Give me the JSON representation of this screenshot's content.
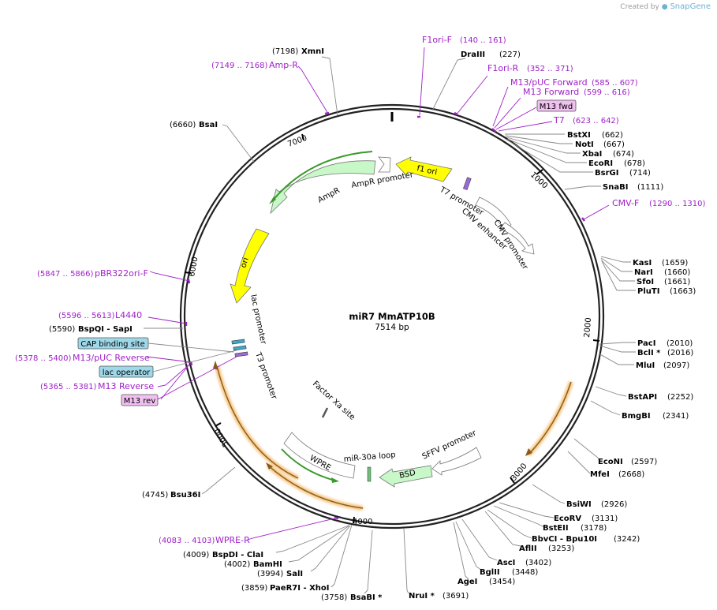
{
  "credit": {
    "prefix": "Created by",
    "brand": "SnapGene"
  },
  "plasmid": {
    "name": "miR7 MmATP10B",
    "size": 7514,
    "size_label": "7514 bp"
  },
  "colors": {
    "enzyme_text": "#000000",
    "primer": "#a020c8",
    "gray_line": "#888888",
    "yellow_feature": "#ffff00",
    "green_feature": "#c8f7c8",
    "green_line": "#3a9a2a",
    "orange_line": "#e8a14a",
    "blue_box": "#9fd8e8",
    "pink_box": "#f0c0f0"
  },
  "ticks": [
    {
      "bp": 1000,
      "label": "1000"
    },
    {
      "bp": 2000,
      "label": "2000"
    },
    {
      "bp": 3000,
      "label": "3000"
    },
    {
      "bp": 4000,
      "label": "4000"
    },
    {
      "bp": 5000,
      "label": "5000"
    },
    {
      "bp": 6000,
      "label": "6000"
    },
    {
      "bp": 7000,
      "label": "7000"
    }
  ],
  "enzymes": [
    {
      "name": "XmnI",
      "pos": "(7198)",
      "bp": 7198
    },
    {
      "name": "DraIII",
      "pos": "(227)",
      "bp": 227
    },
    {
      "name": "BsaI",
      "pos": "(6660)",
      "bp": 6660
    },
    {
      "name": "BstXI",
      "pos": "(662)",
      "bp": 662
    },
    {
      "name": "NotI",
      "pos": "(667)",
      "bp": 667
    },
    {
      "name": "XbaI",
      "pos": "(674)",
      "bp": 674
    },
    {
      "name": "EcoRI",
      "pos": "(678)",
      "bp": 678
    },
    {
      "name": "BsrGI",
      "pos": "(714)",
      "bp": 714
    },
    {
      "name": "SnaBI",
      "pos": "(1111)",
      "bp": 1111
    },
    {
      "name": "KasI",
      "pos": "(1659)",
      "bp": 1659
    },
    {
      "name": "NarI",
      "pos": "(1660)",
      "bp": 1660
    },
    {
      "name": "SfoI",
      "pos": "(1661)",
      "bp": 1661
    },
    {
      "name": "PluTI",
      "pos": "(1663)",
      "bp": 1663
    },
    {
      "name": "PacI",
      "pos": "(2010)",
      "bp": 2010
    },
    {
      "name": "BclI *",
      "pos": "(2016)",
      "bp": 2016
    },
    {
      "name": "MluI",
      "pos": "(2097)",
      "bp": 2097
    },
    {
      "name": "BstAPI",
      "pos": "(2252)",
      "bp": 2252
    },
    {
      "name": "BmgBI",
      "pos": "(2341)",
      "bp": 2341
    },
    {
      "name": "EcoNI",
      "pos": "(2597)",
      "bp": 2597
    },
    {
      "name": "MfeI",
      "pos": "(2668)",
      "bp": 2668
    },
    {
      "name": "BsiWI",
      "pos": "(2926)",
      "bp": 2926
    },
    {
      "name": "EcoRV",
      "pos": "(3131)",
      "bp": 3131
    },
    {
      "name": "BstEII",
      "pos": "(3178)",
      "bp": 3178
    },
    {
      "name": "BbvCI - Bpu10I",
      "pos": "(3242)",
      "bp": 3242
    },
    {
      "name": "AflII",
      "pos": "(3253)",
      "bp": 3253
    },
    {
      "name": "AscI",
      "pos": "(3402)",
      "bp": 3402
    },
    {
      "name": "BglII",
      "pos": "(3448)",
      "bp": 3448
    },
    {
      "name": "AgeI",
      "pos": "(3454)",
      "bp": 3454
    },
    {
      "name": "NruI *",
      "pos": "(3691)",
      "bp": 3691
    },
    {
      "name": "BsaBI *",
      "pos": "(3758)",
      "bp": 3758
    },
    {
      "name": "PaeR7I - XhoI",
      "pos": "(3859)",
      "bp": 3859
    },
    {
      "name": "SalI",
      "pos": "(3994)",
      "bp": 3994
    },
    {
      "name": "BamHI",
      "pos": "(4002)",
      "bp": 4002
    },
    {
      "name": "BspDI - ClaI",
      "pos": "(4009)",
      "bp": 4009
    },
    {
      "name": "Bsu36I",
      "pos": "(4745)",
      "bp": 4745
    },
    {
      "name": "BspQI - SapI",
      "pos": "(5590)",
      "bp": 5590
    }
  ],
  "primers": [
    {
      "name": "F1ori-F",
      "range": "(140 .. 161)"
    },
    {
      "name": "F1ori-R",
      "range": "(352 .. 371)"
    },
    {
      "name": "M13/pUC Forward",
      "range": "(585 .. 607)"
    },
    {
      "name": "M13 Forward",
      "range": "(599 .. 616)"
    },
    {
      "name": "T7",
      "range": "(623 .. 642)"
    },
    {
      "name": "CMV-F",
      "range": "(1290 .. 1310)"
    },
    {
      "name": "Amp-R",
      "range": "(7149 .. 7168)"
    },
    {
      "name": "pBR322ori-F",
      "range": "(5847 .. 5866)"
    },
    {
      "name": "L4440",
      "range": "(5596 .. 5613)"
    },
    {
      "name": "M13/pUC Reverse",
      "range": "(5378 .. 5400)"
    },
    {
      "name": "M13 Reverse",
      "range": "(5365 .. 5381)"
    },
    {
      "name": "WPRE-R",
      "range": "(4083 .. 4103)"
    }
  ],
  "boxed_labels": [
    "M13 fwd",
    "CAP binding site",
    "lac operator",
    "M13 rev"
  ],
  "features": [
    "f1 ori",
    "AmpR promoter",
    "AmpR",
    "T7 promoter",
    "CMV enhancer",
    "CMV promoter",
    "ori",
    "lac promoter",
    "T3 promoter",
    "Factor Xa site",
    "SFFV promoter",
    "miR-30a loop",
    "BSD",
    "WPRE"
  ]
}
